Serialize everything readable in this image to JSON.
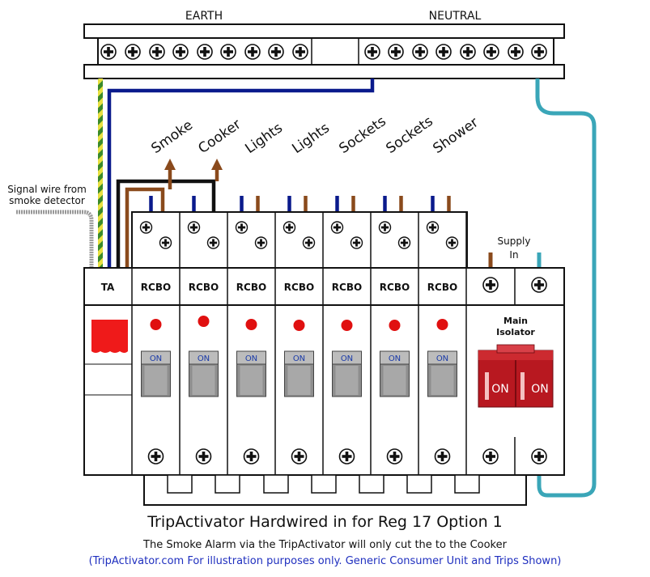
{
  "busbars": {
    "earth_label": "EARTH",
    "neutral_label": "NEUTRAL"
  },
  "signal_label": {
    "line1": "Signal wire from",
    "line2": "smoke detector"
  },
  "circuits": [
    "Smoke",
    "Cooker",
    "Lights",
    "Lights",
    "Sockets",
    "Sockets",
    "Shower"
  ],
  "modules": {
    "ta_label": "TA",
    "rcbo_labels": [
      "RCBO",
      "RCBO",
      "RCBO",
      "RCBO",
      "RCBO",
      "RCBO",
      "RCBO"
    ],
    "switch_label": "ON"
  },
  "supply": {
    "line1": "Supply",
    "line2": "In"
  },
  "isolator": {
    "line1": "Main",
    "line2": "Isolator",
    "left_label": "ON",
    "right_label": "ON"
  },
  "titles": {
    "main": "TripActivator Hardwired in for Reg 17 Option 1",
    "sub": "The Smoke Alarm via the TripActivator will only cut the to the Cooker",
    "note": "(TripActivator.com For illustration purposes only. Generic Consumer Unit and Trips Shown)"
  },
  "colors": {
    "neutral_wire": "#0a1a8c",
    "live_wire": "#8a4a1c",
    "supply_neutral": "#3aa6b8",
    "earth_green": "#3a8a2a",
    "earth_yellow": "#e8e040",
    "indicator_red": "#e01010",
    "isolator_red": "#b81820",
    "title_blue": "#1f2fbf"
  }
}
